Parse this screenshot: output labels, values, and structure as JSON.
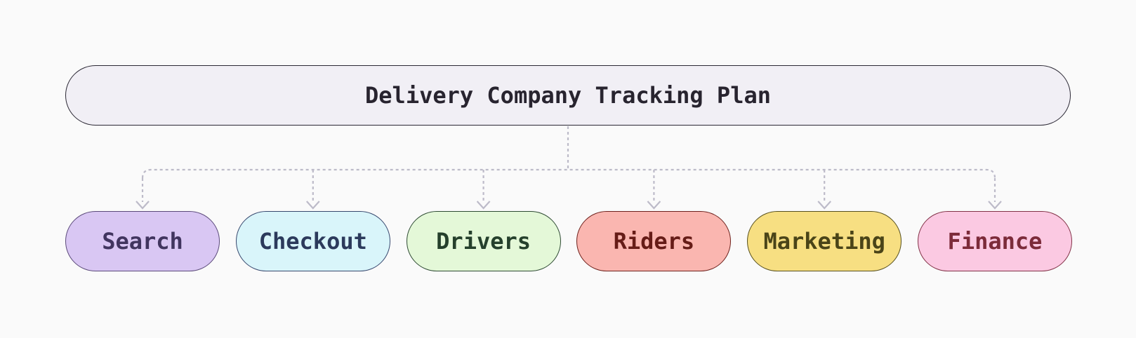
{
  "diagram": {
    "background_color": "#fafafa",
    "connector_color": "#bdbbc9",
    "root": {
      "label": "Delivery Company Tracking Plan",
      "fill_color": "#f1eff5",
      "border_color": "#2b2834",
      "text_color": "#28242f"
    },
    "children": [
      {
        "label": "Search",
        "fill_color": "#d9c7f3",
        "border_color": "#5b4a7a",
        "text_color": "#41355f"
      },
      {
        "label": "Checkout",
        "fill_color": "#d9f5fa",
        "border_color": "#37486e",
        "text_color": "#2c3a5c"
      },
      {
        "label": "Drivers",
        "fill_color": "#e4f8d8",
        "border_color": "#2e4b33",
        "text_color": "#25402c"
      },
      {
        "label": "Riders",
        "fill_color": "#fab6b0",
        "border_color": "#6e211c",
        "text_color": "#661c17"
      },
      {
        "label": "Marketing",
        "fill_color": "#f7df82",
        "border_color": "#57501e",
        "text_color": "#4a4418"
      },
      {
        "label": "Finance",
        "fill_color": "#fbc9e2",
        "border_color": "#813146",
        "text_color": "#7c2b3a"
      }
    ]
  }
}
